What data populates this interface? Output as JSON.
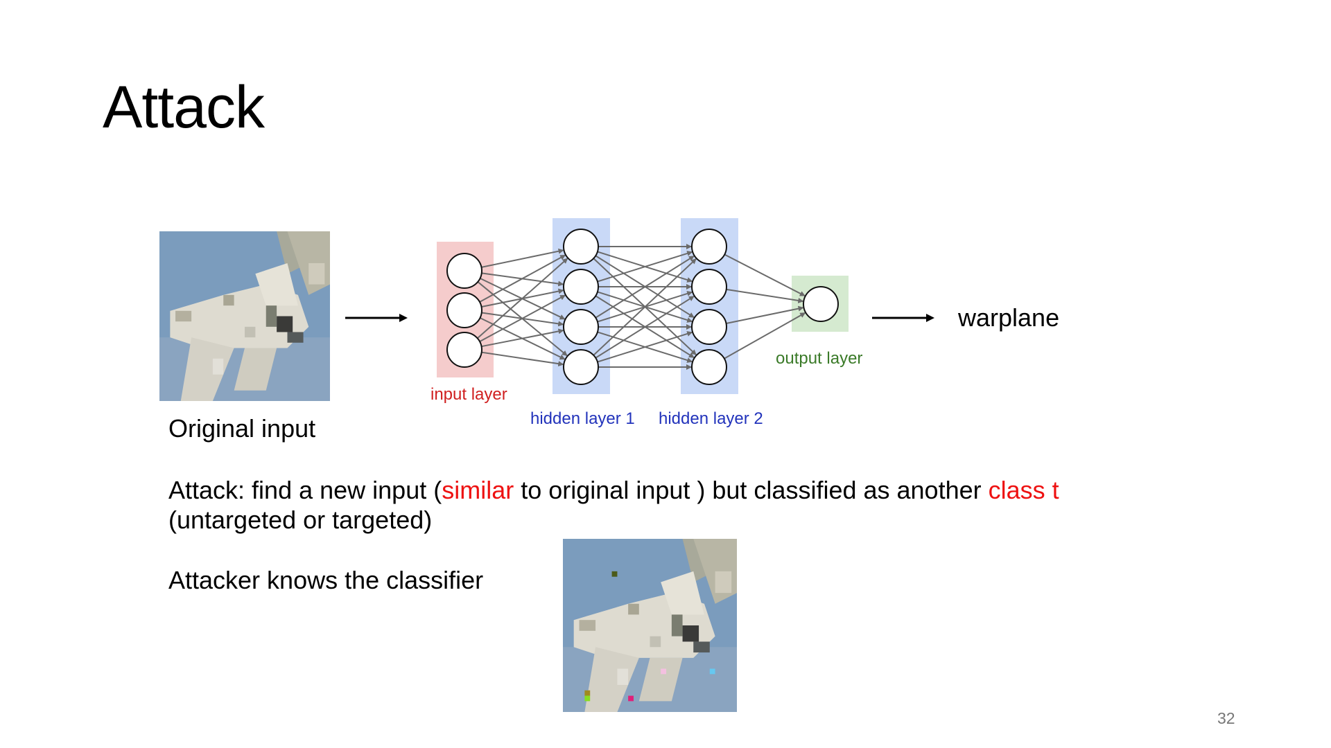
{
  "slide": {
    "title": "Attack",
    "page_number": "32"
  },
  "diagram": {
    "input_label": "input layer",
    "hidden1_label": "hidden layer 1",
    "hidden2_label": "hidden layer 2",
    "output_label": "output layer",
    "output_class": "warplane"
  },
  "labels": {
    "original_input": "Original input"
  },
  "text": {
    "line1_part1": "Attack: find a new input (",
    "line1_similar": "similar",
    "line1_part2": " to original input ) but classified as another ",
    "line1_class": "class t",
    "line2": "(untargeted or targeted)",
    "attacker": "Attacker knows the classifier"
  },
  "colors": {
    "highlight_red": "#ee1111",
    "input_layer_bg": "#f5cccc",
    "hidden_layer_bg": "#c9d9f7",
    "output_layer_bg": "#d5ead0",
    "input_label_color": "#d02020",
    "hidden_label_color": "#2233bb",
    "output_label_color": "#3a7a28"
  }
}
